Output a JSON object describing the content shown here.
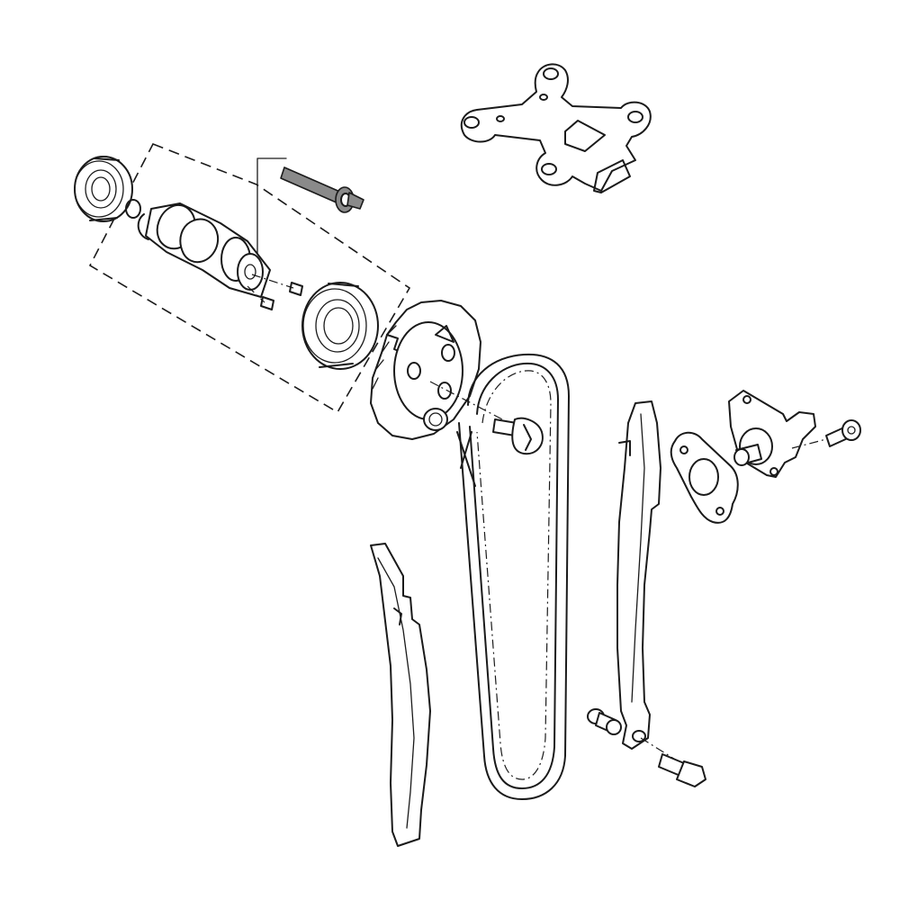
{
  "diagram": {
    "colors": {
      "line": "#1a1a1a",
      "background": "#ffffff",
      "shaded_part": "#8a8a8a"
    },
    "parts": [
      "camshaft-bearing-left",
      "o-ring",
      "camshaft",
      "dowel-pins",
      "decompressor-shaft",
      "camshaft-bearing-right",
      "camshaft-sprocket",
      "sprocket-bolt",
      "timing-chain",
      "camshaft-bracket",
      "chain-guide",
      "chain-tensioner-rail",
      "tensioner-gasket",
      "chain-tensioner",
      "tensioner-bolt",
      "rail-pivot-bolt",
      "rail-collar"
    ]
  }
}
